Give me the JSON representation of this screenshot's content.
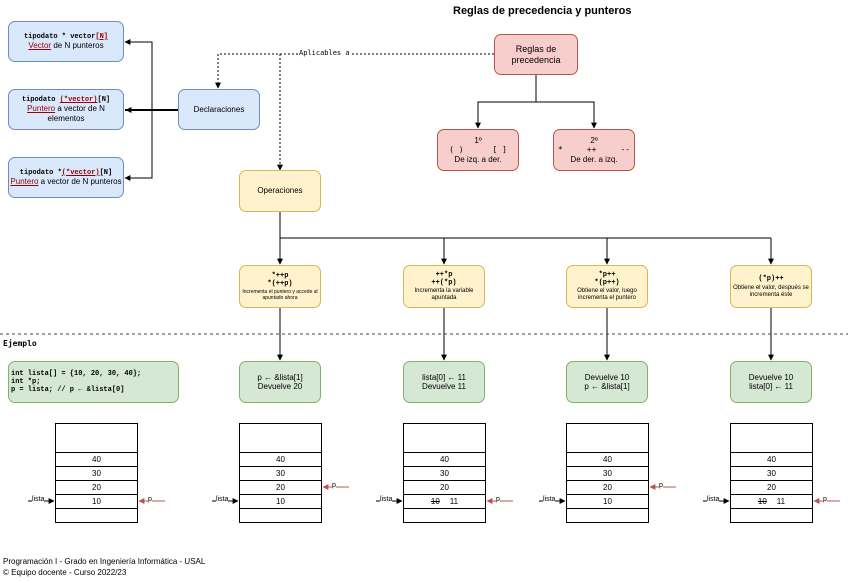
{
  "title": "Reglas de precedencia y punteros",
  "rules_box": {
    "label": "Reglas de precedencia"
  },
  "connector_label": "Aplicables a",
  "decl_box": {
    "label": "Declaraciones"
  },
  "ops_box": {
    "label": "Operaciones"
  },
  "declarations": [
    {
      "code_pre": "tipodato * vector",
      "code_under": "[N]",
      "code_post": "",
      "desc_under": "Vector",
      "desc_rest": " de N punteros"
    },
    {
      "code_pre": "tipodato ",
      "code_under": "(*vector)",
      "code_post": "[N]",
      "desc_under": "Puntero",
      "desc_rest": " a vector de N elementos"
    },
    {
      "code_pre": "tipodato *",
      "code_under": "(*vector)",
      "code_post": "[N]",
      "desc_under": "Puntero",
      "desc_rest": " a vector de N punteros"
    }
  ],
  "precedence": [
    {
      "rank": "1º",
      "ops": "( )      [ ]",
      "assoc": "De izq. a der."
    },
    {
      "rank": "2º",
      "ops": "*     ++     --",
      "assoc": "De der. a izq."
    }
  ],
  "operations": [
    {
      "code1": "*++p",
      "code2": "*(++p)",
      "desc": "Incrementa el puntero y accede al apuntado ahora"
    },
    {
      "code1": "++*p",
      "code2": "++(*p)",
      "desc": "Incrementa la variable apuntada"
    },
    {
      "code1": "*p++",
      "code2": "*(p++)",
      "desc": "Obtiene el valor, luego incrementa el puntero"
    },
    {
      "code1": "(*p)++",
      "code2": "",
      "desc": "Obtiene el valor, después se incrementa éste"
    }
  ],
  "example_label": "Ejemplo",
  "example_code": [
    "int lista[] = {10, 20, 30, 40};",
    "int *p;",
    "p = lista; // p ← &lista[0]"
  ],
  "results": [
    {
      "line1": "p ← &lista[1]",
      "line2": "Devuelve 20"
    },
    {
      "line1": "lista[0] ← 11",
      "line2": "Devuelve 11"
    },
    {
      "line1": "Devuelve 10",
      "line2": "p ← &lista[1]"
    },
    {
      "line1": "Devuelve 10",
      "line2": "lista[0] ← 11"
    }
  ],
  "memory": [
    {
      "cells": [
        "",
        "40",
        "30",
        "20",
        "10",
        ""
      ],
      "old": "",
      "p_index": 4
    },
    {
      "cells": [
        "",
        "40",
        "30",
        "20",
        "10",
        ""
      ],
      "old": "",
      "p_index": 3
    },
    {
      "cells": [
        "",
        "40",
        "30",
        "20",
        "11",
        ""
      ],
      "old": "10",
      "p_index": 4
    },
    {
      "cells": [
        "",
        "40",
        "30",
        "20",
        "10",
        ""
      ],
      "old": "",
      "p_index": 3
    },
    {
      "cells": [
        "",
        "40",
        "30",
        "20",
        "11",
        ""
      ],
      "old": "10",
      "p_index": 4
    }
  ],
  "lista_label": "lista",
  "p_label": "p",
  "footer": {
    "line1": "Programación I - Grado en Ingeniería Informática - USAL",
    "line2": "© Equipo docente - Curso 2022/23"
  },
  "colors": {
    "red_arrow": "#b85450",
    "dash": "#444444"
  }
}
